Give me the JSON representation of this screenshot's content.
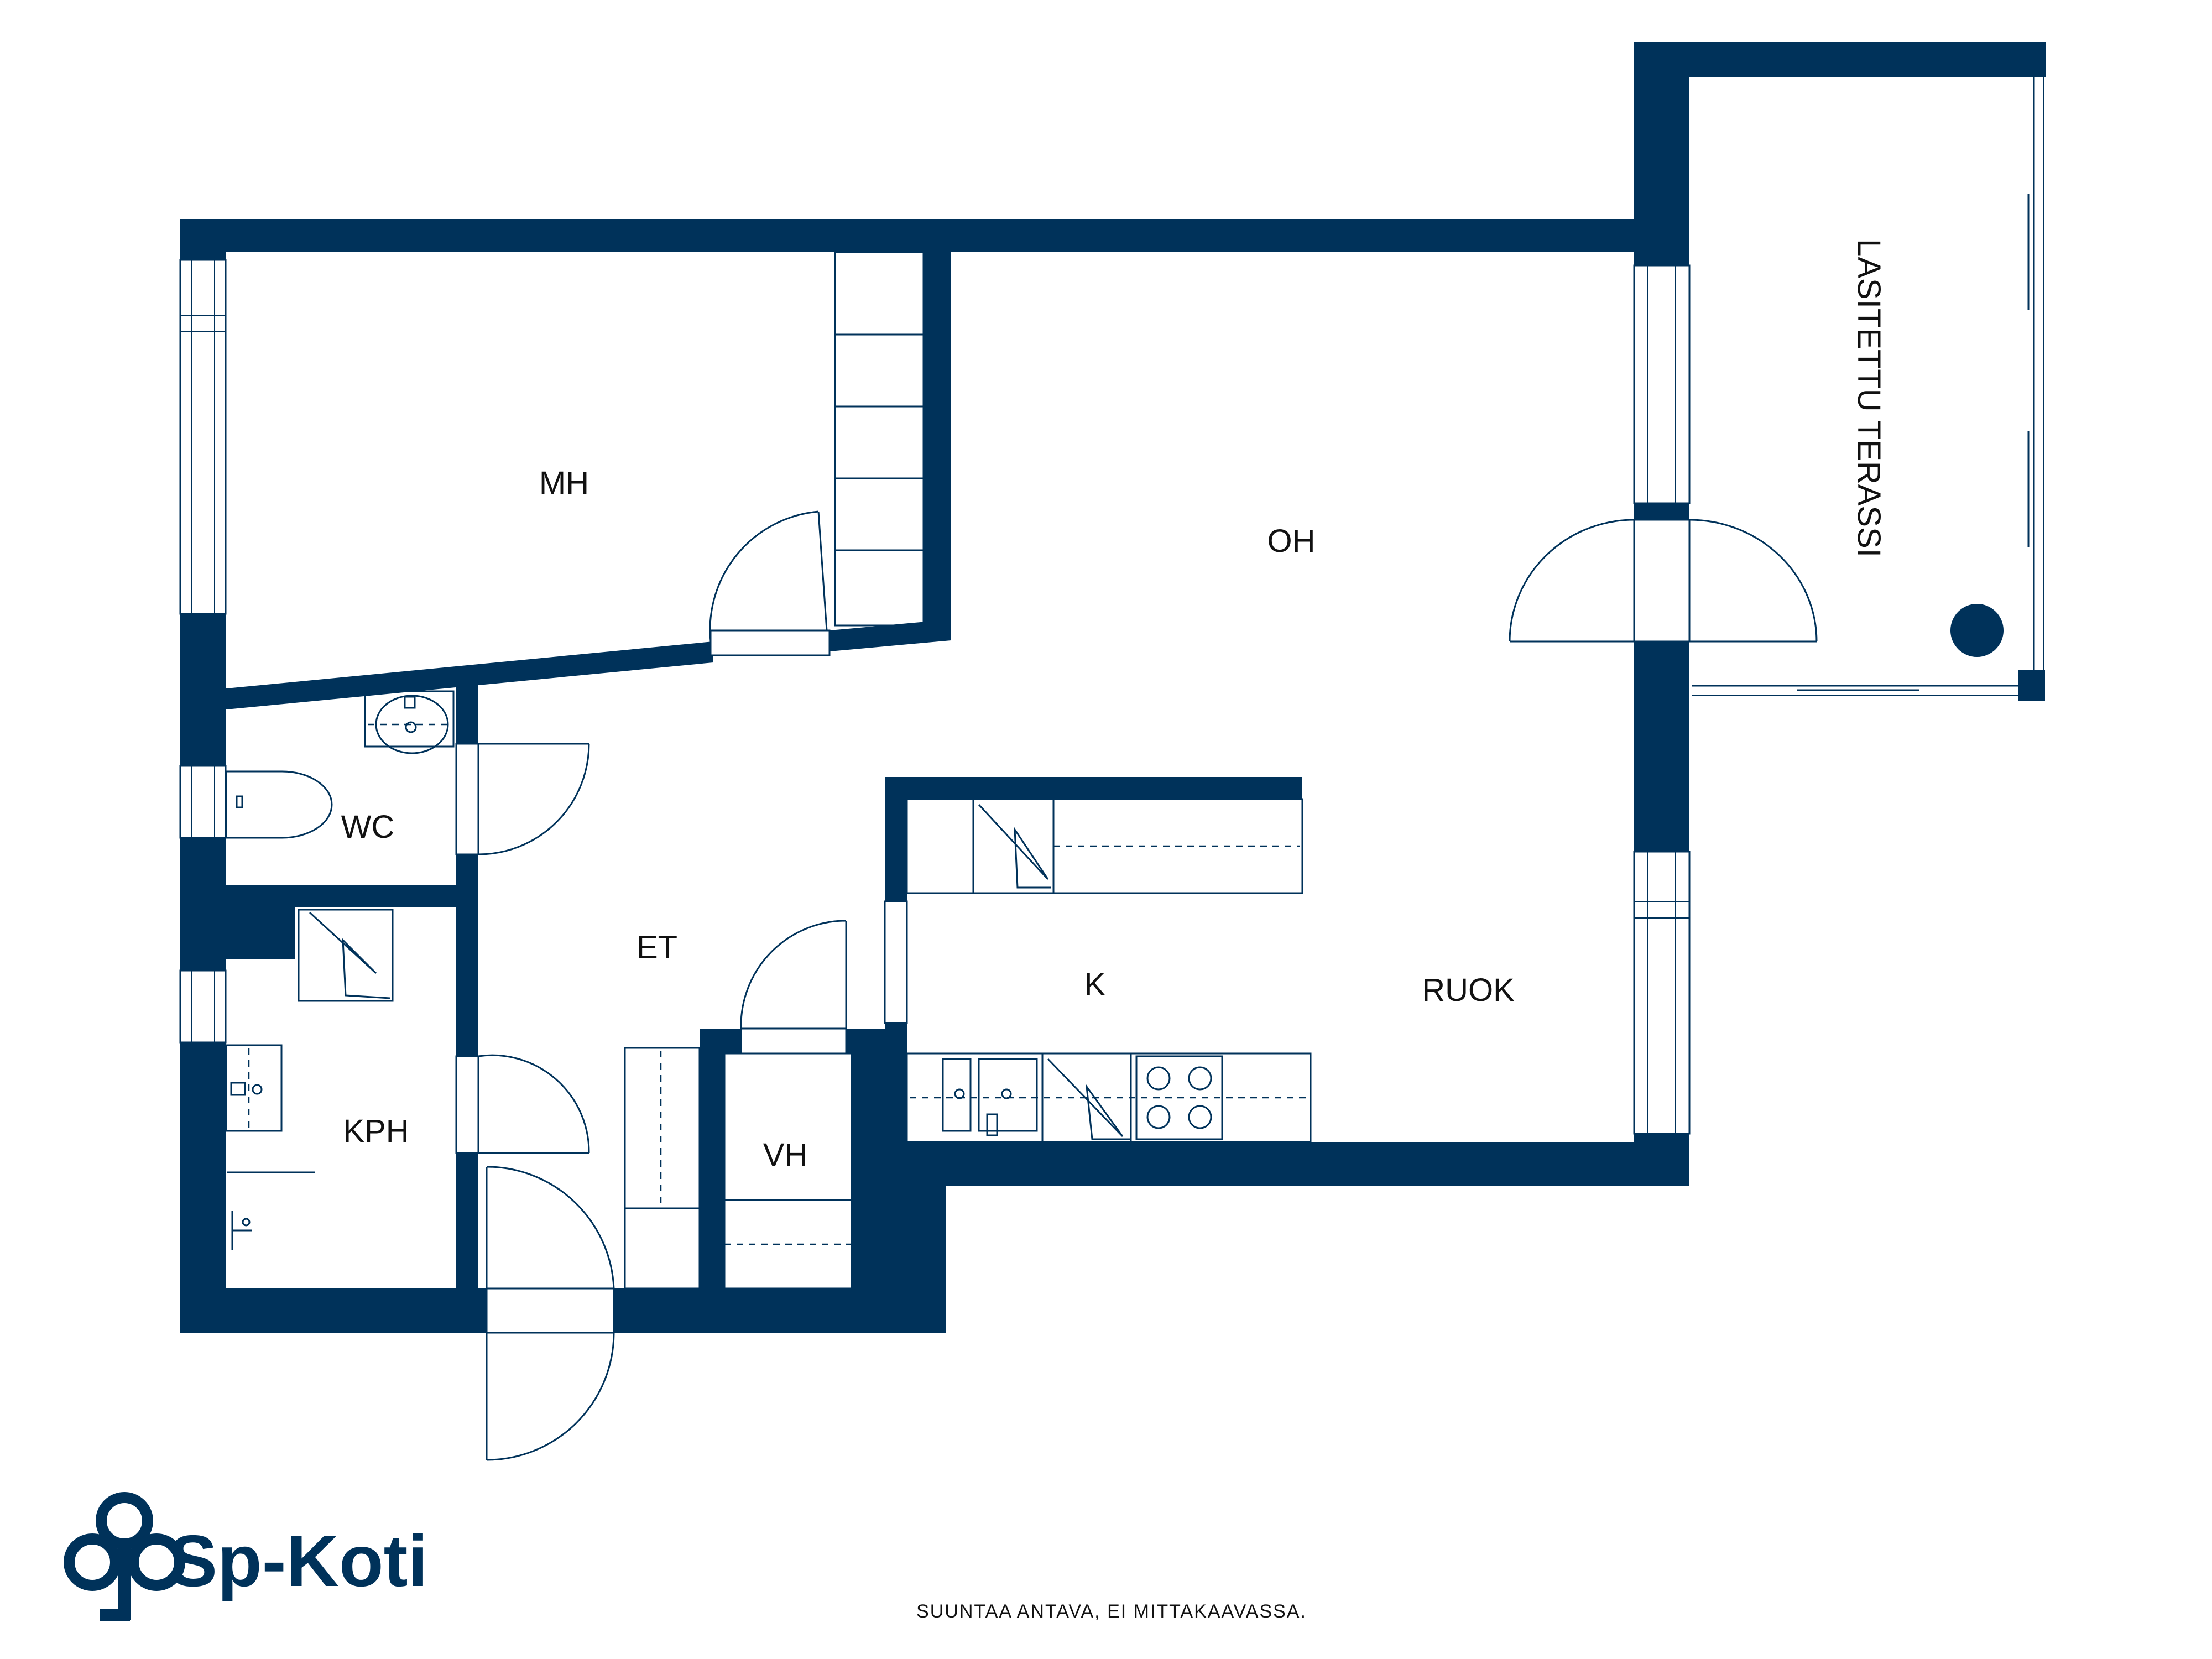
{
  "rooms": {
    "mh": "MH",
    "oh": "OH",
    "terrace": "LASITETTU TERASSI",
    "wc": "WC",
    "et": "ET",
    "k": "K",
    "ruok": "RUOK",
    "kph": "KPH",
    "vh": "VH"
  },
  "footer": {
    "disclaimer": "SUUNTAA ANTAVA, EI MITTAKAAVASSA."
  },
  "brand": {
    "name": "Sp-Koti",
    "logo_icon": "sp-tree-logo-icon"
  },
  "colors": {
    "wall": "#00325a",
    "text": "#111111",
    "background": "#ffffff"
  }
}
